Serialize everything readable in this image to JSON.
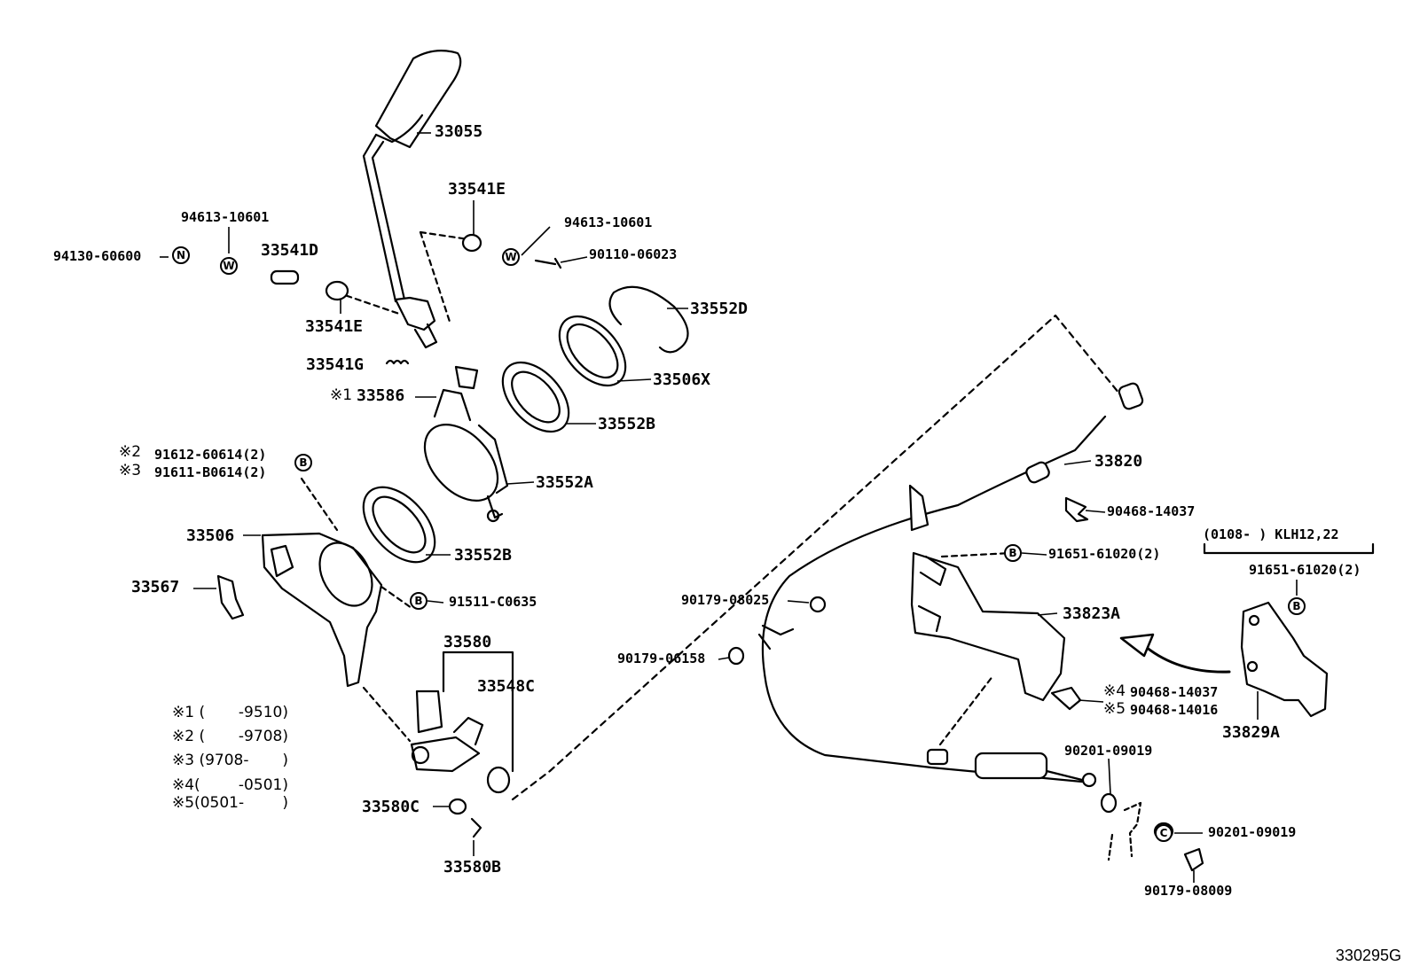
{
  "parts": {
    "p33055": "33055",
    "p33541E_top": "33541E",
    "p94613_left": "94613-10601",
    "p94613_right": "94613-10601",
    "p94130": "94130-60600",
    "p33541D": "33541D",
    "p90110": "90110-06023",
    "p33541E_low": "33541E",
    "p33552D": "33552D",
    "p33541G": "33541G",
    "p33506X": "33506X",
    "p33586": "33586",
    "p33552B_top": "33552B",
    "p91612": "91612-60614(2)",
    "p91611": "91611-B0614(2)",
    "p33552A": "33552A",
    "p33506": "33506",
    "p33552B_low": "33552B",
    "p33567": "33567",
    "p91511": "91511-C0635",
    "p33580": "33580",
    "p33548C": "33548C",
    "p33580C": "33580C",
    "p33580B": "33580B",
    "p33820": "33820",
    "p90468_a": "90468-14037",
    "p91651_a": "91651-61020(2)",
    "p_variant": "(0108-   ) KLH12,22",
    "p91651_b": "91651-61020(2)",
    "p90179_08025": "90179-08025",
    "p33823A": "33823A",
    "p90179_06158": "90179-06158",
    "p90468_b": "90468-14037",
    "p90468_c": "90468-14016",
    "p33829A": "33829A",
    "p90201_a": "90201-09019",
    "p90201_b": "90201-09019",
    "p90179_08009": "90179-08009"
  },
  "marks": {
    "m1": "※1",
    "m2": "※2",
    "m3": "※3",
    "m4": "※4",
    "m5": "※5"
  },
  "symbols": {
    "N": "N",
    "W": "W",
    "B": "B",
    "C": "C"
  },
  "legend": {
    "n1": "※1 (       -9510)",
    "n2": "※2 (       -9708)",
    "n3": "※3 (9708-       )",
    "n4": "※4(        -0501)",
    "n5": "※5(0501-        )"
  },
  "figure_code": "330295G"
}
